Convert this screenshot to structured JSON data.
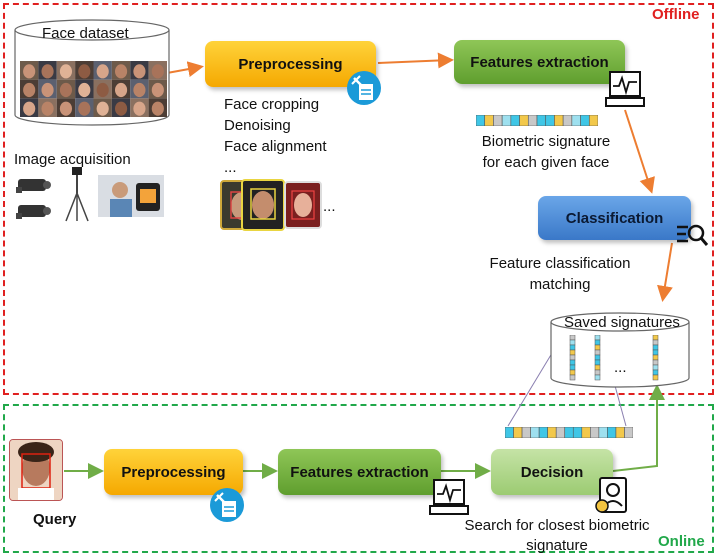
{
  "regions": {
    "offline": "Offline",
    "online": "Online"
  },
  "offline": {
    "dataset_label": "Face dataset",
    "acquisition_label": "Image acquisition",
    "preprocessing": "Preprocessing",
    "preprocessing_steps": [
      "Face cropping",
      "Denoising",
      "Face alignment",
      "..."
    ],
    "thumbnails_ellipsis": "...",
    "feature_extraction": "Features extraction",
    "signature_caption_line1": "Biometric signature",
    "signature_caption_line2": "for each given face",
    "classification": "Classification",
    "classification_caption_line1": "Feature classification",
    "classification_caption_line2": "matching",
    "saved_signatures": "Saved signatures",
    "saved_ellipsis": "..."
  },
  "online": {
    "query_label": "Query",
    "preprocessing": "Preprocessing",
    "feature_extraction": "Features extraction",
    "decision": "Decision",
    "search_caption_line1": "Search for closest biometric",
    "search_caption_line2": "signature"
  },
  "colors": {
    "offline_border": "#e02020",
    "online_border": "#21a84a",
    "offline_arrow": "#ed7d31",
    "online_arrow": "#70ad47",
    "signature_cells": [
      "#3fc6e6",
      "#f2c84b",
      "#c8c8c8",
      "#9ee0ef",
      "#3fc6e6",
      "#f2c84b",
      "#c8c8c8",
      "#3fc6e6"
    ]
  }
}
